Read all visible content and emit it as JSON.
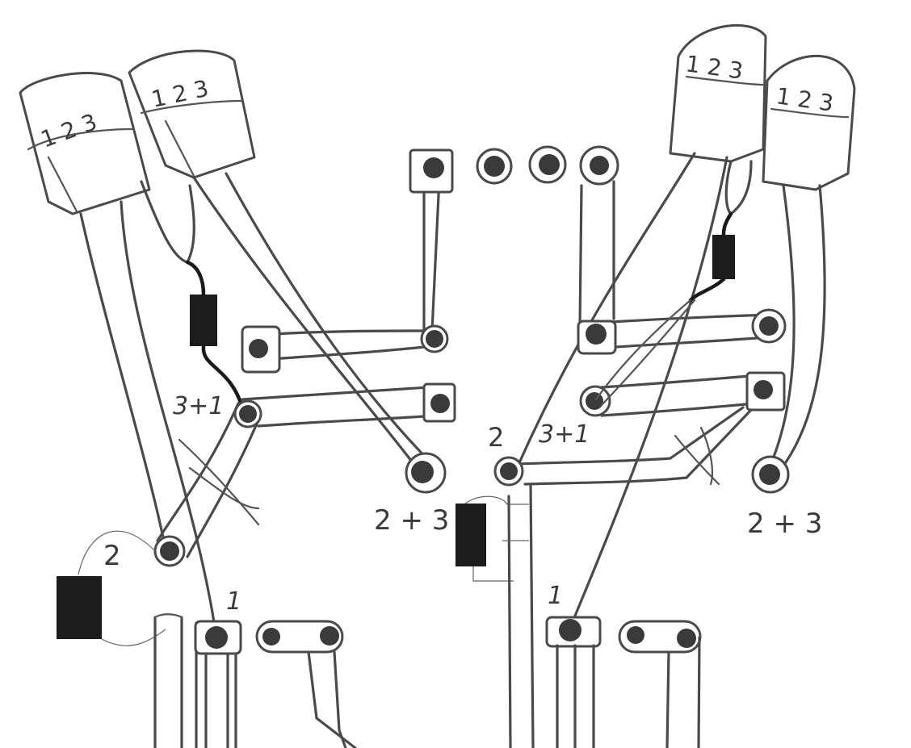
{
  "labels": {
    "pot_pins": "1 2 3",
    "left_three_plus_one": "3+1",
    "right_three_plus_one": "3+1",
    "left_two": "2",
    "right_two": "2",
    "left_two_plus_three": "2 + 3",
    "right_two_plus_three": "2 + 3",
    "left_one": "1",
    "right_one": "1"
  },
  "colors": {
    "ink": "#4a4a4a",
    "component": "#1c1c1c",
    "background": "#ffffff"
  }
}
